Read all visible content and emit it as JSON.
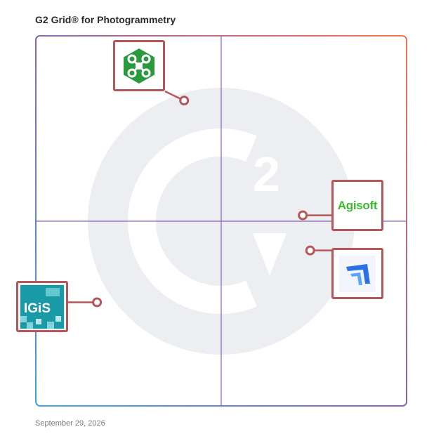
{
  "header": {
    "title": "G2 Grid® for Photogrammetry"
  },
  "footer": {
    "date": "September 29, 2026"
  },
  "colors": {
    "accent": "#b4575b",
    "watermark": "#eceef1"
  },
  "chart_data": {
    "type": "scatter",
    "title": "G2 Grid® for Photogrammetry",
    "xlabel": "",
    "ylabel": "",
    "xlim": [
      0,
      1
    ],
    "ylim": [
      0,
      1
    ],
    "grid": true,
    "legend": "none",
    "points": [
      {
        "x": 0.4,
        "y": 0.825,
        "icon": "drone-app-icon",
        "color": "#2b9a3f"
      },
      {
        "x": 0.72,
        "y": 0.515,
        "label": "Agisoft",
        "color": "#3cba2f"
      },
      {
        "x": 0.74,
        "y": 0.42,
        "icon": "blue-chevron-icon",
        "color": "#2d6fe6"
      },
      {
        "x": 0.165,
        "y": 0.28,
        "label": "IGiS",
        "color": "#1a9aa6"
      }
    ]
  }
}
